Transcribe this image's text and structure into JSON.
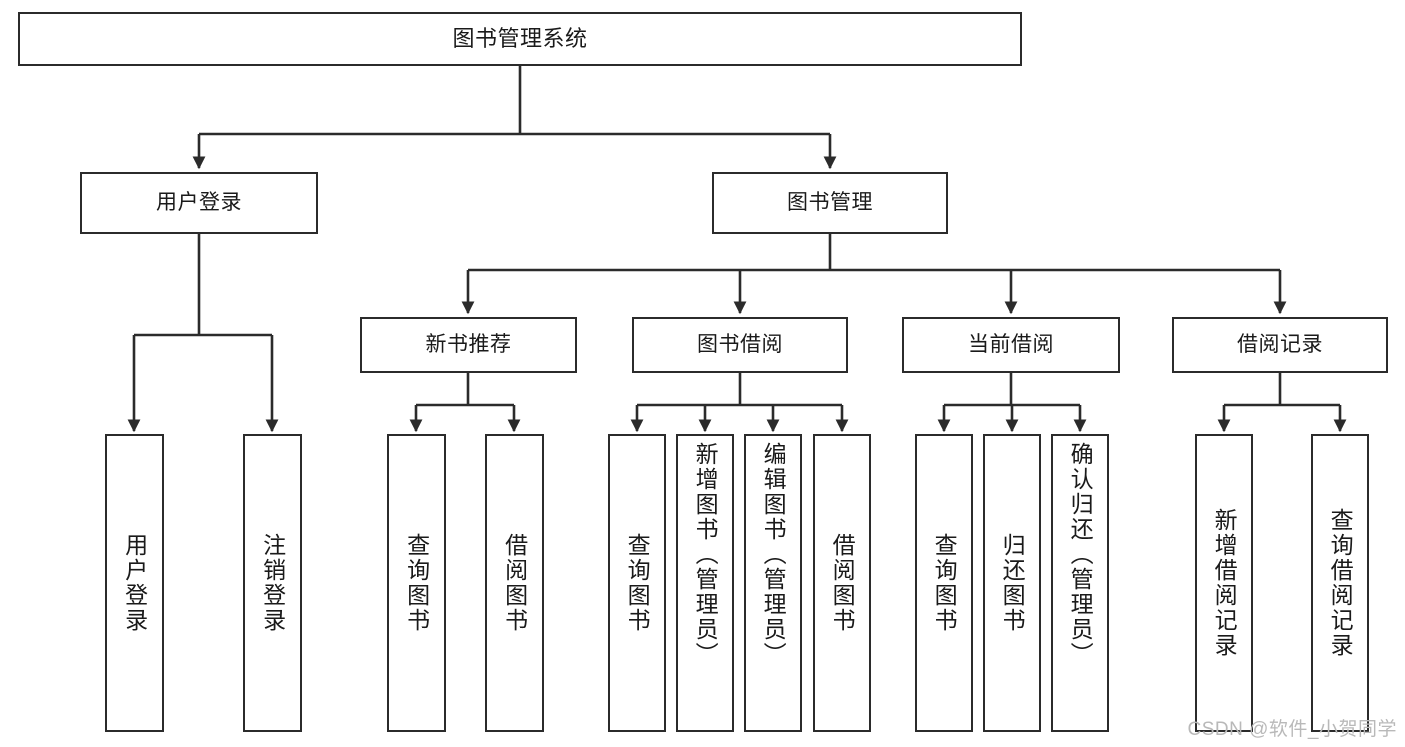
{
  "diagram": {
    "title": "图书管理系统",
    "type": "tree-hierarchy-diagram",
    "watermark": "CSDN @软件_小贺同学",
    "colors": {
      "background": "#ffffff",
      "box_border": "#2b2b2b",
      "box_fill": "#ffffff",
      "edge": "#2b2b2b",
      "text": "#1a1a1a",
      "watermark": "#b9b9b9"
    }
  },
  "nodes": {
    "root": {
      "id": "root",
      "label": "图书管理系统",
      "level": 0
    },
    "level1": [
      {
        "id": "user-login",
        "label": "用户登录",
        "level": 1
      },
      {
        "id": "book-management",
        "label": "图书管理",
        "level": 1
      }
    ],
    "level2": [
      {
        "id": "new-book-recommend",
        "label": "新书推荐",
        "level": 2,
        "parent": "book-management"
      },
      {
        "id": "book-borrow",
        "label": "图书借阅",
        "level": 2,
        "parent": "book-management"
      },
      {
        "id": "current-borrow",
        "label": "当前借阅",
        "level": 2,
        "parent": "book-management"
      },
      {
        "id": "borrow-record",
        "label": "借阅记录",
        "level": 2,
        "parent": "book-management"
      }
    ],
    "leaves": [
      {
        "id": "leaf-user-login",
        "label": "用户登录",
        "parent": "user-login"
      },
      {
        "id": "leaf-user-logout",
        "label": "注销登录",
        "parent": "user-login"
      },
      {
        "id": "leaf-query-book-1",
        "label": "查询图书",
        "parent": "new-book-recommend"
      },
      {
        "id": "leaf-borrow-book-1",
        "label": "借阅图书",
        "parent": "new-book-recommend"
      },
      {
        "id": "leaf-query-book-2",
        "label": "查询图书",
        "parent": "book-borrow"
      },
      {
        "id": "leaf-add-book",
        "label": "新增图书（管理员）",
        "parent": "book-borrow"
      },
      {
        "id": "leaf-edit-book",
        "label": "编辑图书（管理员）",
        "parent": "book-borrow"
      },
      {
        "id": "leaf-borrow-book-2",
        "label": "借阅图书",
        "parent": "book-borrow"
      },
      {
        "id": "leaf-query-book-3",
        "label": "查询图书",
        "parent": "current-borrow"
      },
      {
        "id": "leaf-return-book",
        "label": "归还图书",
        "parent": "current-borrow"
      },
      {
        "id": "leaf-confirm-return",
        "label": "确认归还（管理员）",
        "parent": "current-borrow"
      },
      {
        "id": "leaf-add-record",
        "label": "新增借阅记录",
        "parent": "borrow-record"
      },
      {
        "id": "leaf-query-record",
        "label": "查询借阅记录",
        "parent": "borrow-record"
      }
    ]
  }
}
